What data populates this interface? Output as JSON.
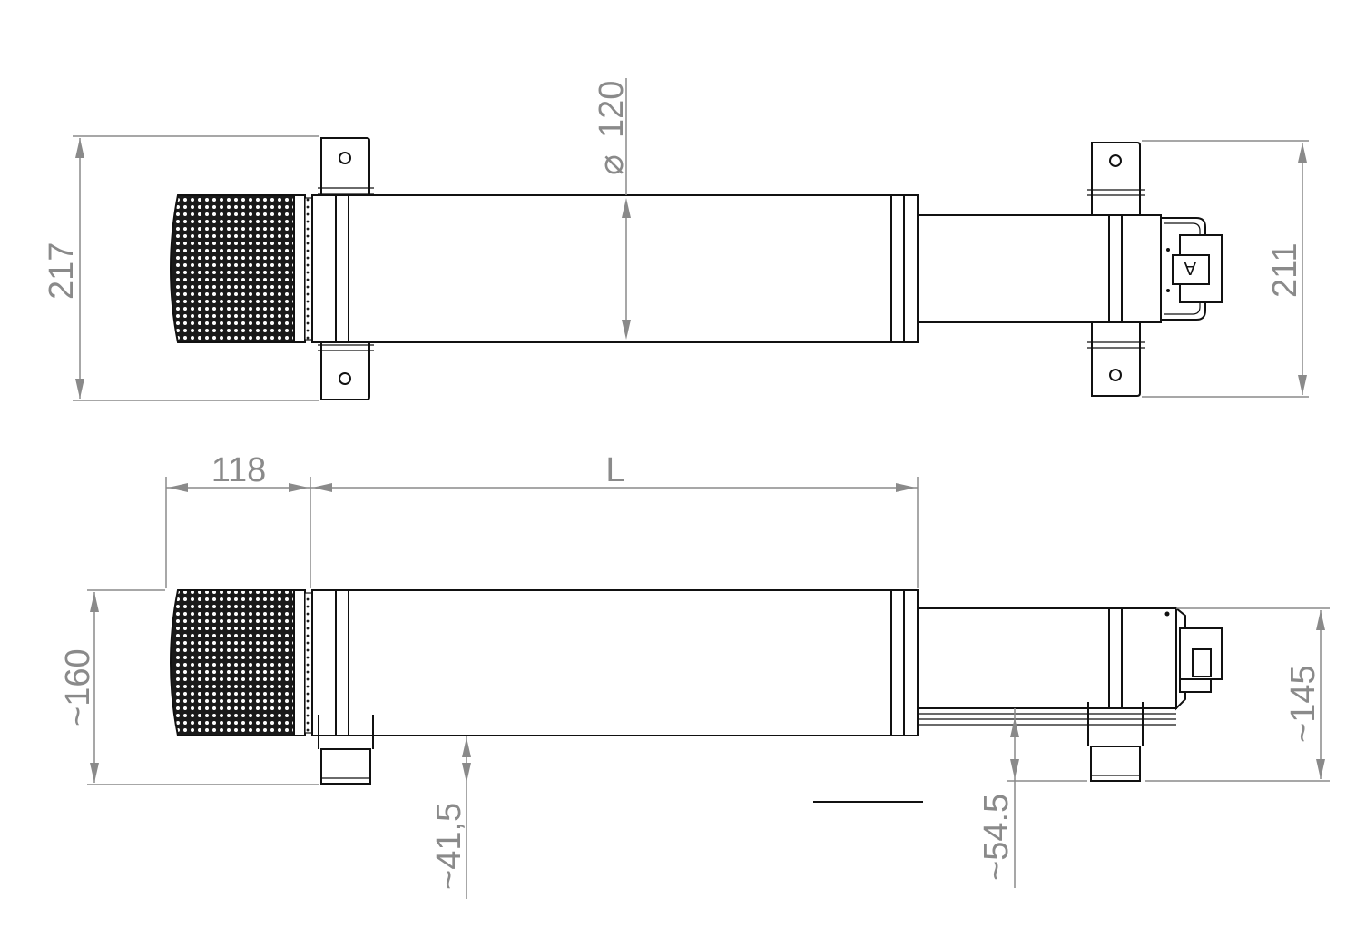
{
  "dimensions": {
    "top_height_left": "217",
    "top_diameter": "120",
    "top_height_right": "211",
    "filter_length": "118",
    "body_length": "L",
    "side_height_left": "~160",
    "side_height_right": "~145",
    "side_offset_left": "~41,5",
    "side_offset_right": "~54.5"
  },
  "symbols": {
    "diameter": "⌀",
    "connector_mark": "A"
  },
  "colors": {
    "outline": "#111111",
    "dimension": "#8a8a8a",
    "mesh": "#1a1a1a"
  }
}
